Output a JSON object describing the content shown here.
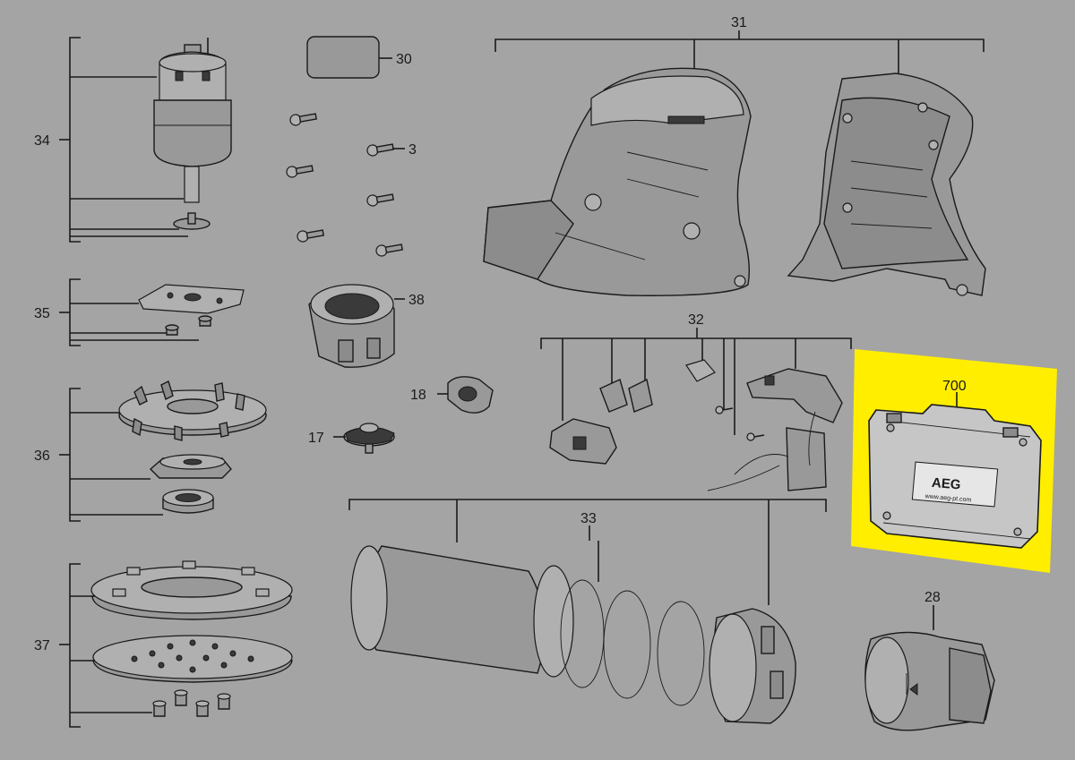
{
  "labels": {
    "p34": "34",
    "p35": "35",
    "p36": "36",
    "p37": "37",
    "p30": "30",
    "p3": "3",
    "p38": "38",
    "p18": "18",
    "p17": "17",
    "p31": "31",
    "p32": "32",
    "p33": "33",
    "p700": "700",
    "p28": "28"
  },
  "case": {
    "brand": "AEG",
    "url": "www.aeg-pt.com",
    "highlight_color": "#ffee00"
  },
  "colors": {
    "background": "#a4a4a4",
    "line": "#1a1a1a"
  }
}
